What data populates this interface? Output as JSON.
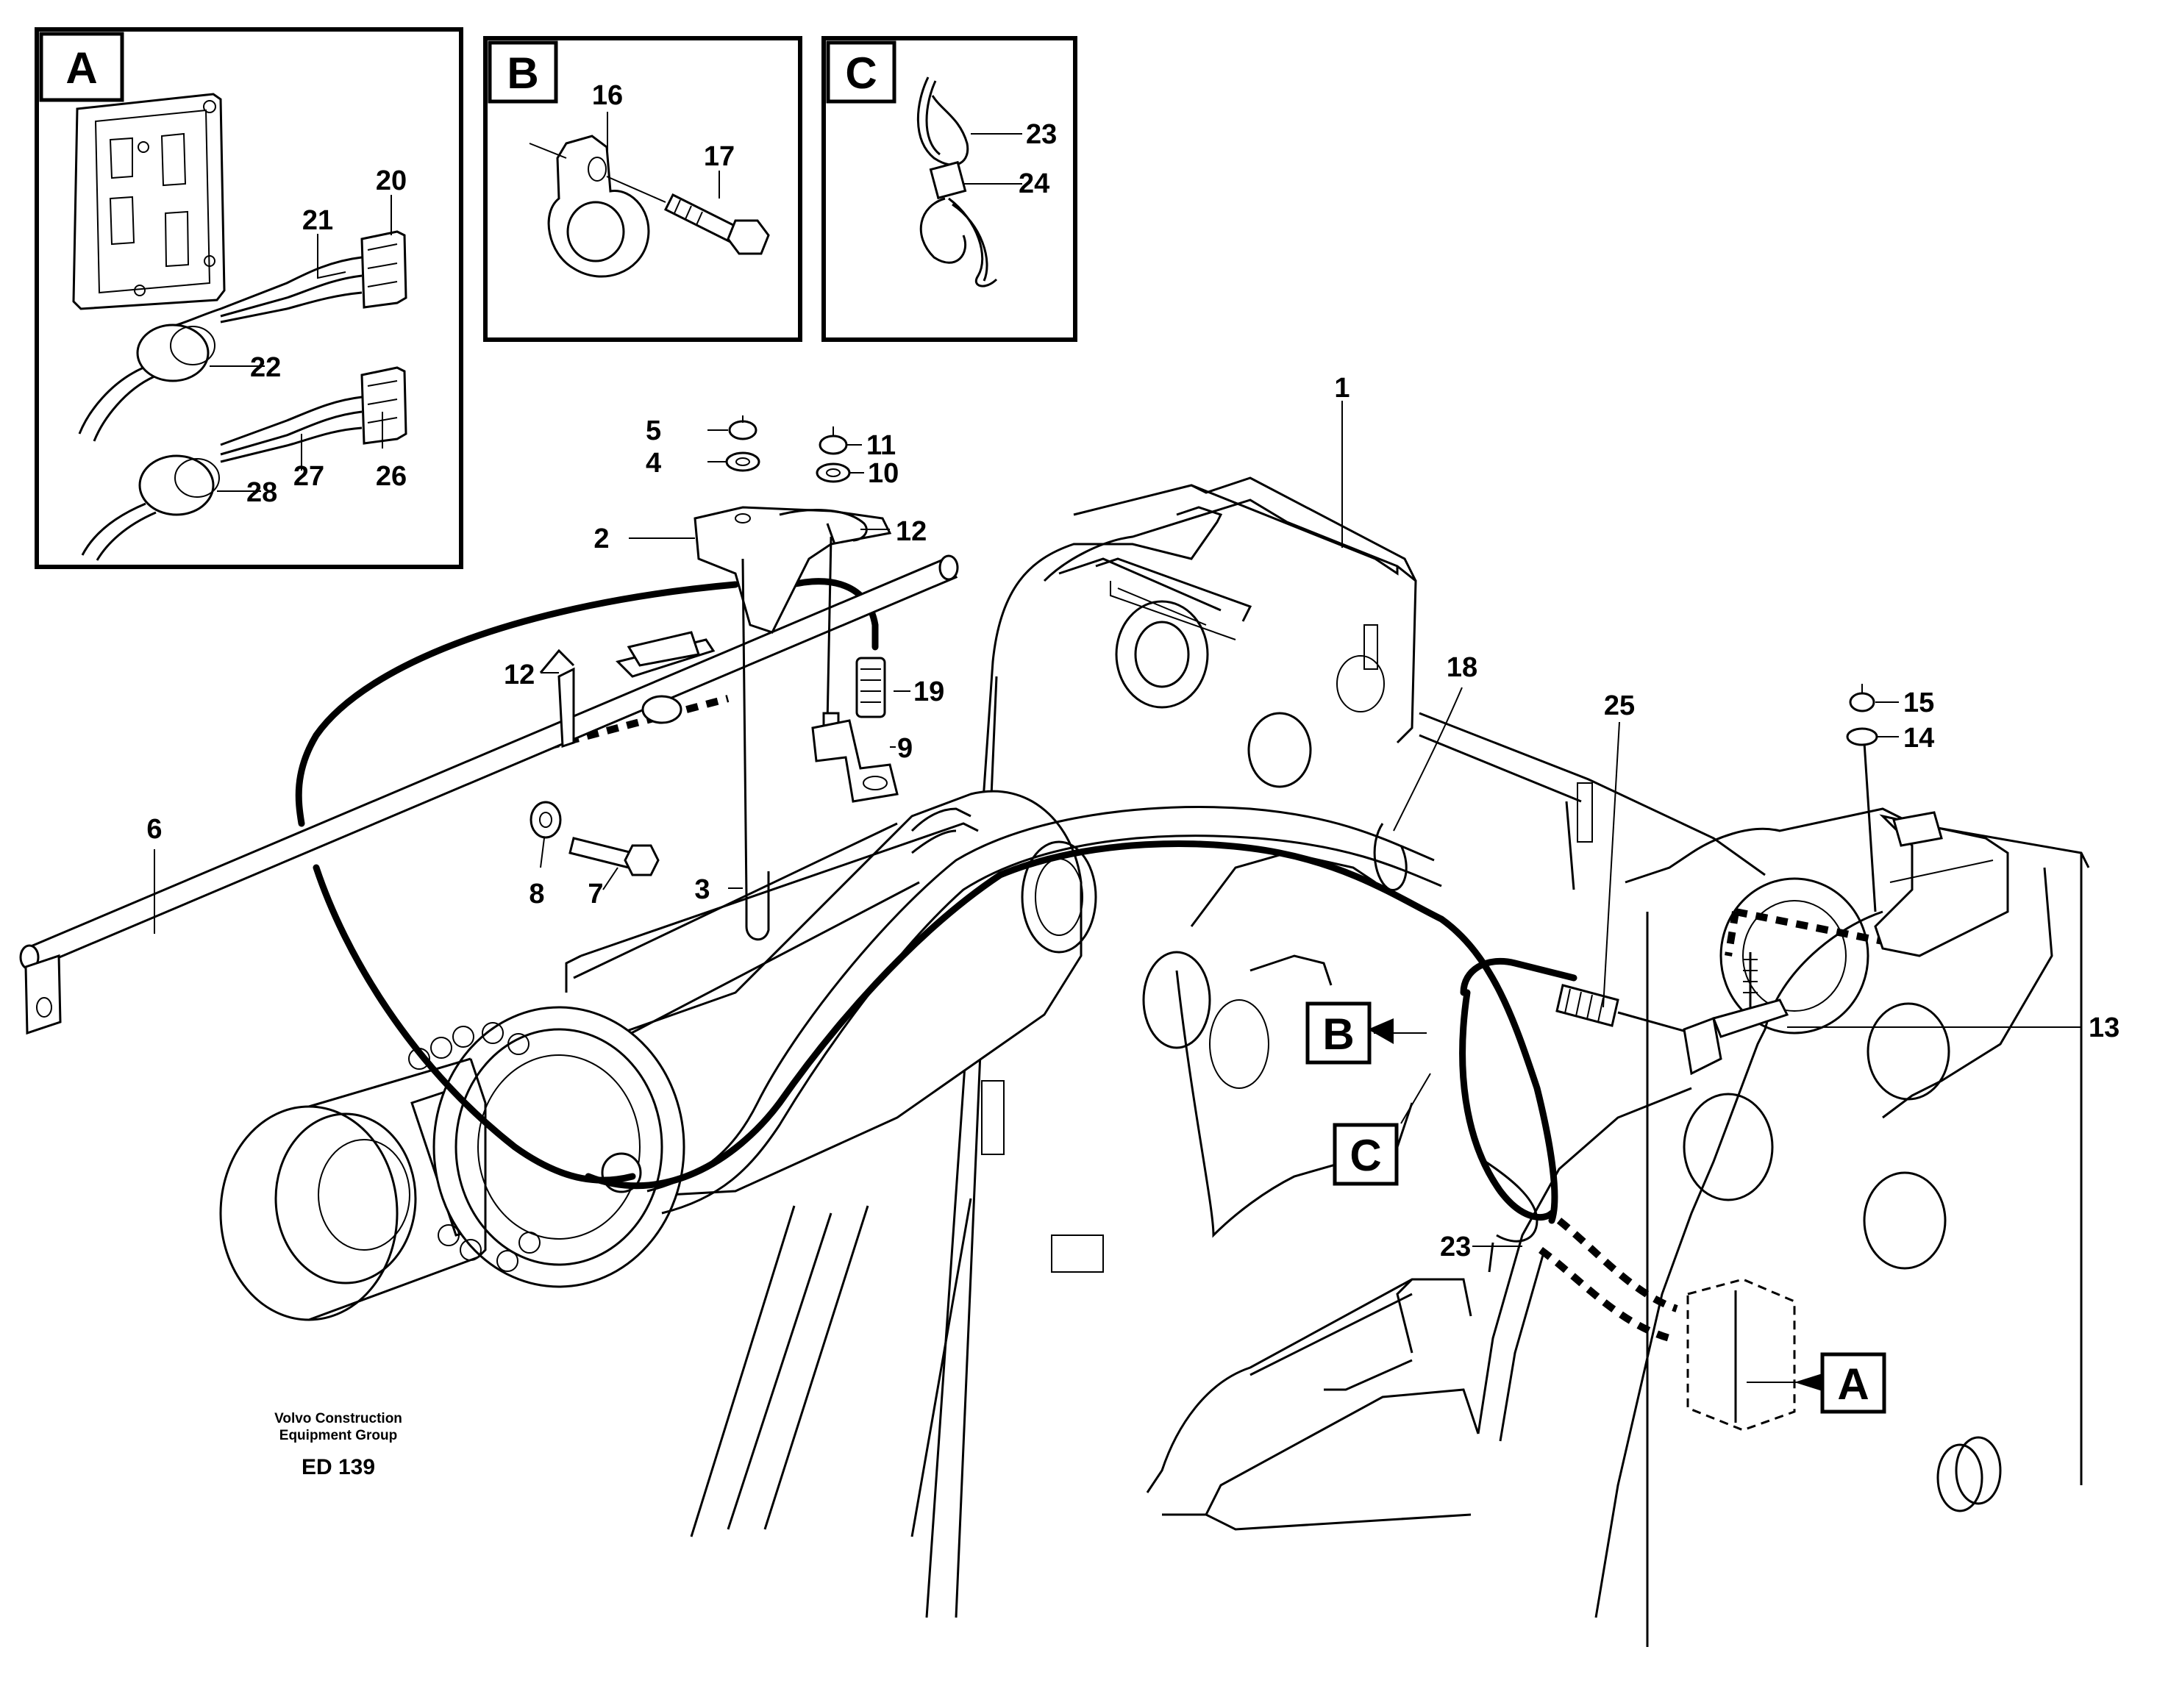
{
  "insets": [
    {
      "letter": "A",
      "parts": [
        "20",
        "21",
        "22",
        "26",
        "27",
        "28"
      ]
    },
    {
      "letter": "B",
      "parts": [
        "16",
        "17"
      ]
    },
    {
      "letter": "C",
      "parts": [
        "23",
        "24"
      ]
    }
  ],
  "callouts": {
    "p1": "1",
    "p2": "2",
    "p3": "3",
    "p4": "4",
    "p5": "5",
    "p6": "6",
    "p7": "7",
    "p8": "8",
    "p9": "9",
    "p10": "10",
    "p11": "11",
    "p12": "12",
    "p13": "13",
    "p14": "14",
    "p15": "15",
    "p16": "16",
    "p17": "17",
    "p18": "18",
    "p19": "19",
    "p20": "20",
    "p21": "21",
    "p22": "22",
    "p23": "23",
    "p24": "24",
    "p25": "25",
    "p26": "26",
    "p27": "27",
    "p28": "28"
  },
  "detail_refs": {
    "a": "A",
    "b": "B",
    "c": "C"
  },
  "credit": {
    "line1": "Volvo Construction",
    "line2": "Equipment Group",
    "code": "ED 139"
  }
}
